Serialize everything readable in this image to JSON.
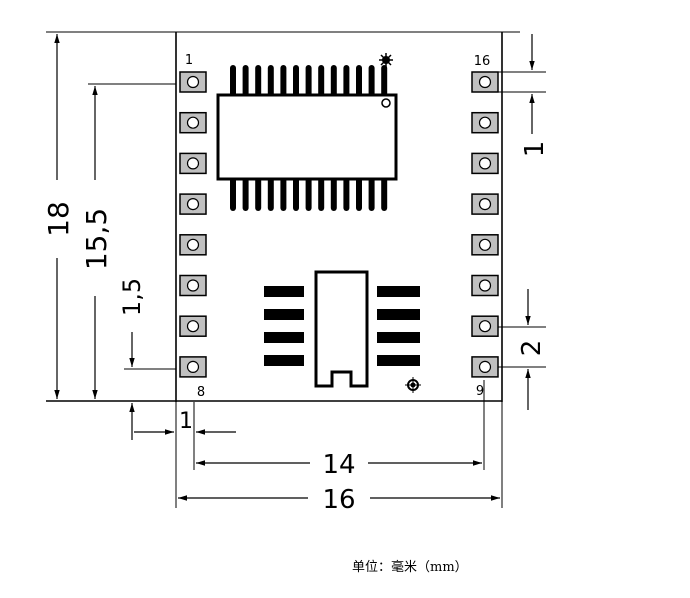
{
  "pin_labels": {
    "top_left": "1",
    "top_right": "16",
    "bottom_left": "8",
    "bottom_right": "9"
  },
  "dimensions": {
    "height_total": "18",
    "height_pins": "15,5",
    "pin_offset": "1,5",
    "pad_height": "1",
    "pad_pitch": "2",
    "pad_edge": "1",
    "row_spacing": "14",
    "width_total": "16"
  },
  "unit_note": "单位：毫米（mm）",
  "colors": {
    "line": "#000000",
    "pad_fill": "#c0c0c0"
  }
}
